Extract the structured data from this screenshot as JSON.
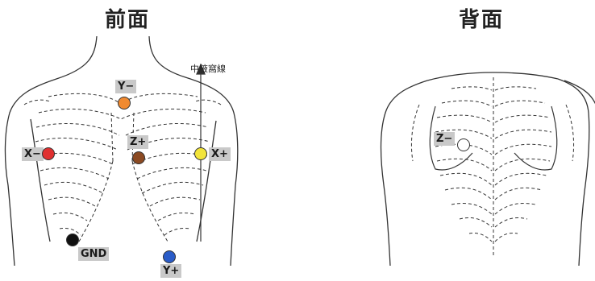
{
  "views": {
    "front": {
      "title": "前面"
    },
    "back": {
      "title": "背面"
    }
  },
  "reference_line": {
    "label": "中腋窩線"
  },
  "electrodes": [
    {
      "id": "y-minus",
      "label": "Y−",
      "color": "#f08a30"
    },
    {
      "id": "z-plus",
      "label": "Z+",
      "color": "#8b4a22"
    },
    {
      "id": "x-minus",
      "label": "X−",
      "color": "#e03030"
    },
    {
      "id": "x-plus",
      "label": "X+",
      "color": "#f2e43a"
    },
    {
      "id": "gnd",
      "label": "GND",
      "color": "#111111"
    },
    {
      "id": "y-plus",
      "label": "Y+",
      "color": "#2a5cc8"
    },
    {
      "id": "z-minus",
      "label": "Z−",
      "color": "#ffffff"
    }
  ]
}
